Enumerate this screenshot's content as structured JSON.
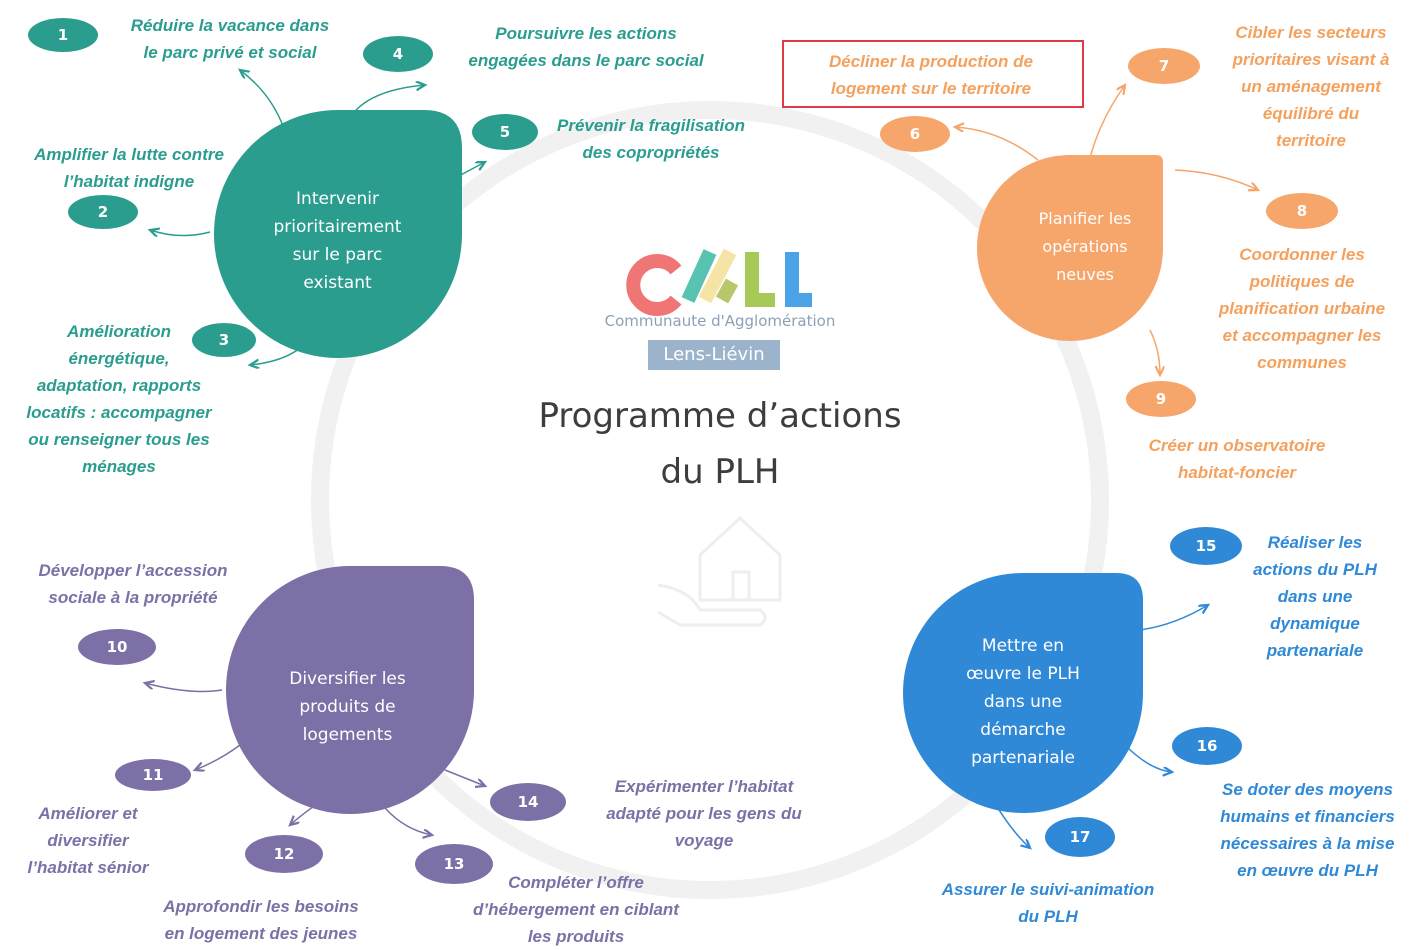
{
  "title": "Programme d’actions\ndu PLH",
  "logo": {
    "letters": "CALL",
    "subtitle": "Communaute d'Agglomération",
    "city": "Lens-Liévin"
  },
  "colors": {
    "teal": "#2a9d8f",
    "orange": "#f6a56b",
    "purple": "#7c70a6",
    "blue": "#2f89d6",
    "highlight_border": "#e03a46"
  },
  "groups": [
    {
      "theme": "Intervenir\nprioritairement\nsur le parc\nexistant",
      "color": "teal",
      "actions": [
        {
          "num": "1",
          "label": "Réduire la vacance dans\nle parc privé et social"
        },
        {
          "num": "2",
          "label": "Amplifier la lutte contre\nl’habitat indigne"
        },
        {
          "num": "3",
          "label": "Amélioration\nénergétique,\nadaptation, rapports\nlocatifs : accompagner\nou renseigner tous les\nménages"
        },
        {
          "num": "4",
          "label": "Poursuivre les actions\nengagées dans le parc social"
        },
        {
          "num": "5",
          "label": "Prévenir la fragilisation\ndes copropriétés"
        }
      ]
    },
    {
      "theme": "Planifier les\nopérations\nneuves",
      "color": "orange",
      "actions": [
        {
          "num": "6",
          "label": "Décliner la production de\nlogement sur le territoire"
        },
        {
          "num": "7",
          "label": "Cibler les secteurs\nprioritaires visant à\nun aménagement\néquilibré du\nterritoire"
        },
        {
          "num": "8",
          "label": "Coordonner les\npolitiques de\nplanification urbaine\net accompagner les\ncommunes"
        },
        {
          "num": "9",
          "label": "Créer un observatoire\nhabitat-foncier"
        }
      ]
    },
    {
      "theme": "Diversifier les\nproduits de\nlogements",
      "color": "purple",
      "actions": [
        {
          "num": "10",
          "label": "Développer l’accession\nsociale à la propriété"
        },
        {
          "num": "11",
          "label": "Améliorer et\ndiversifier\nl’habitat sénior"
        },
        {
          "num": "12",
          "label": "Approfondir les besoins\nen logement des jeunes"
        },
        {
          "num": "13",
          "label": "Compléter l’offre\nd’hébergement en ciblant\nles produits"
        },
        {
          "num": "14",
          "label": "Expérimenter l’habitat\nadapté pour les gens du\nvoyage"
        }
      ]
    },
    {
      "theme": "Mettre en\nœuvre le PLH\ndans une\ndémarche\npartenariale",
      "color": "blue",
      "actions": [
        {
          "num": "15",
          "label": "Réaliser les\nactions du PLH\ndans une\ndynamique\npartenariale"
        },
        {
          "num": "16",
          "label": "Se doter des moyens\nhumains et financiers\nnécessaires à la mise\nen œuvre du PLH"
        },
        {
          "num": "17",
          "label": "Assurer le suivi-animation\ndu PLH"
        }
      ]
    }
  ]
}
